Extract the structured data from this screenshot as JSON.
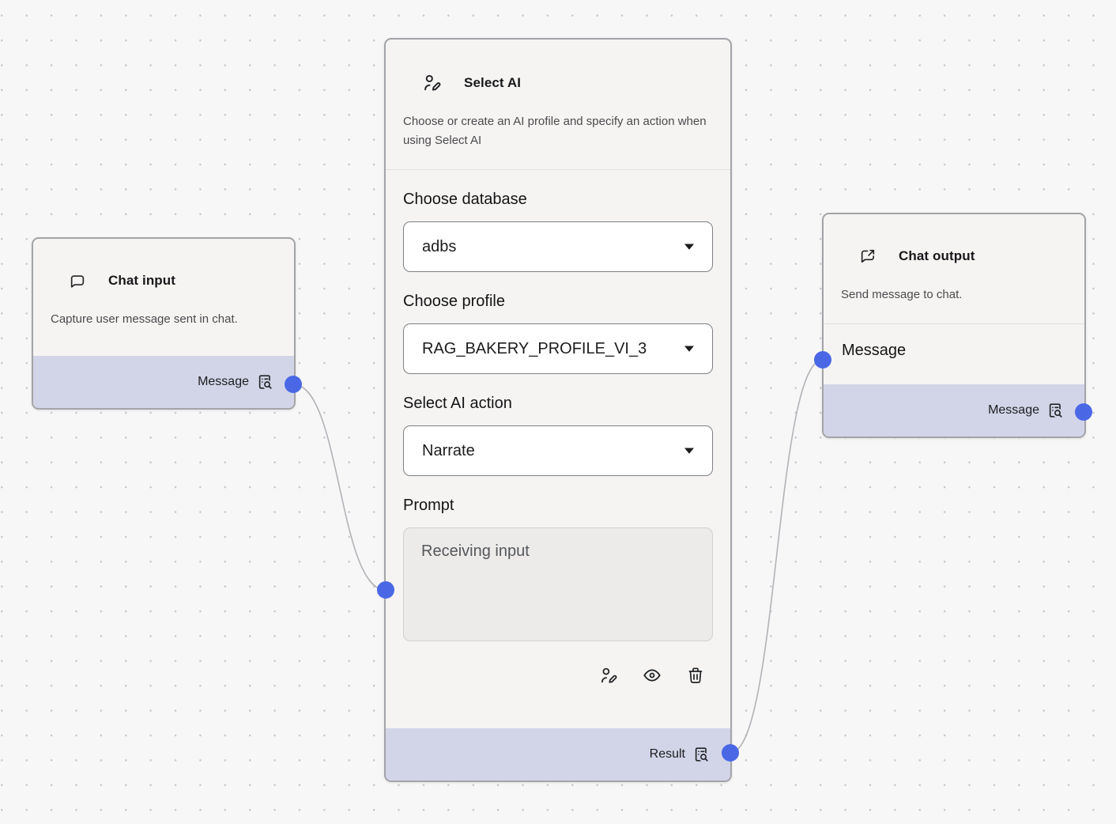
{
  "colors": {
    "canvas_bg": "#F7F7F8",
    "grid_dot": "#C7C7CB",
    "node_bg": "#F5F4F2",
    "node_border": "#A3A4A8",
    "footer_bg": "#D2D5E8",
    "handle_blue": "#4A68E6",
    "edge_gray": "#B3B3B8"
  },
  "nodes": {
    "chat_input": {
      "icon": "message-icon",
      "title": "Chat input",
      "description": "Capture user message sent in chat.",
      "output": {
        "label": "Message",
        "icon": "list-search-icon"
      }
    },
    "select_ai": {
      "icon": "user-edit-icon",
      "title": "Select AI",
      "description": "Choose or create an AI profile and specify an action when using Select AI",
      "fields": [
        {
          "label": "Choose database",
          "type": "select",
          "value": "adbs"
        },
        {
          "label": "Choose profile",
          "type": "select",
          "value": "RAG_BAKERY_PROFILE_VI_3"
        },
        {
          "label": "Select AI action",
          "type": "select",
          "value": "Narrate"
        },
        {
          "label": "Prompt",
          "type": "textarea",
          "placeholder": "Receiving input"
        }
      ],
      "toolbar": {
        "icons": [
          "user-edit-icon",
          "eye-icon",
          "trash-icon"
        ]
      },
      "output": {
        "label": "Result",
        "icon": "list-search-icon"
      }
    },
    "chat_output": {
      "icon": "message-share-icon",
      "title": "Chat output",
      "description": "Send message to chat.",
      "input": {
        "label": "Message"
      },
      "output": {
        "label": "Message",
        "icon": "list-search-icon"
      }
    }
  }
}
